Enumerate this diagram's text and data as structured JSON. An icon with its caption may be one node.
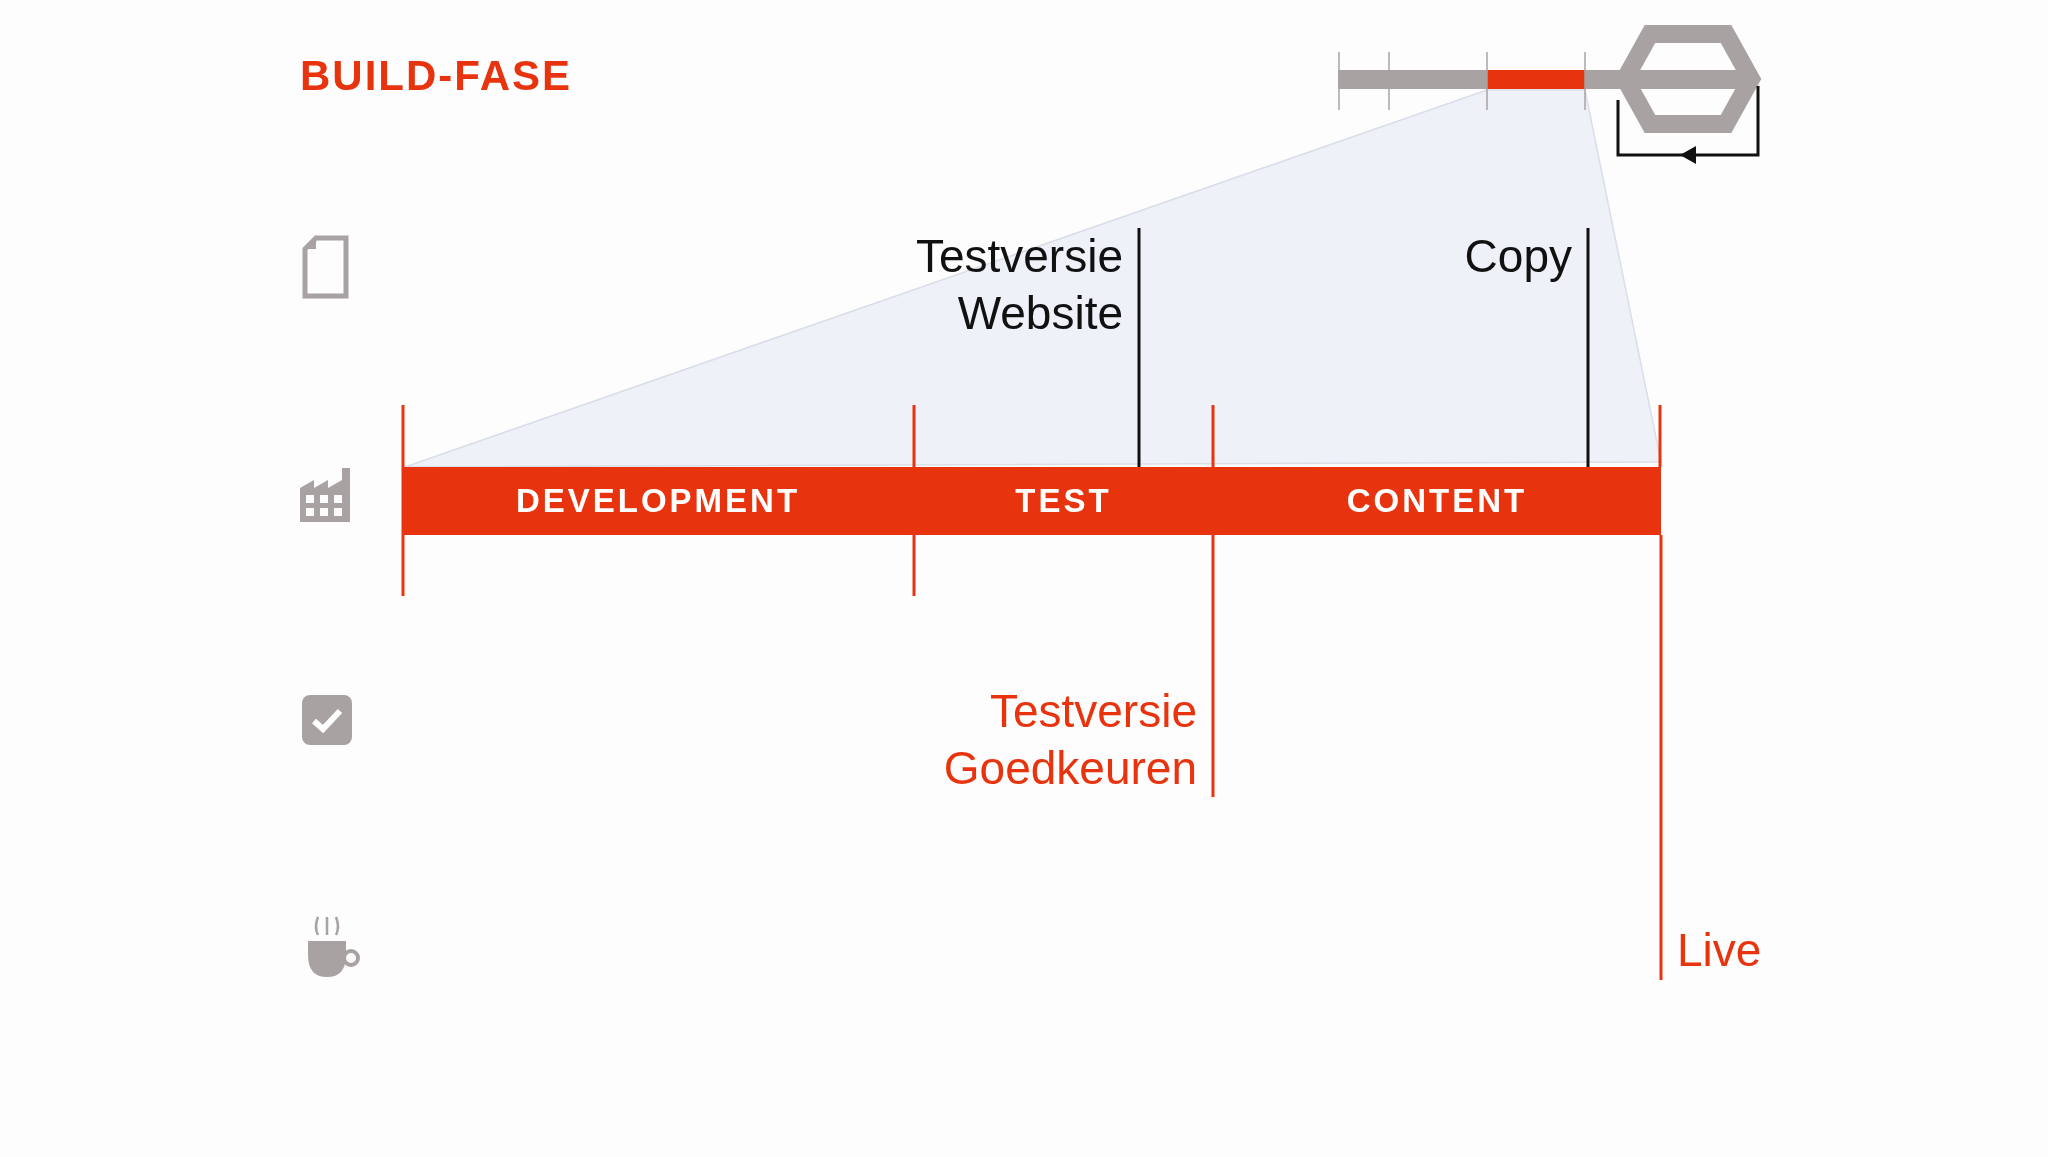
{
  "diagram": {
    "title": "BUILD-FASE",
    "nodes": [
      {
        "text": [
          "DEVELOPMENT"
        ]
      },
      {
        "text": [
          "TEST"
        ]
      },
      {
        "text": [
          "CONTENT"
        ]
      },
      {
        "text": [
          "Testversie Website"
        ]
      },
      {
        "text": [
          "Copy"
        ]
      },
      {
        "text": [
          "Testversie Goedkeuren"
        ]
      },
      {
        "text": [
          "Live"
        ]
      }
    ],
    "edges": [
      {
        "from": 3,
        "to": 1,
        "arrow": "none"
      },
      {
        "from": 4,
        "to": 2,
        "arrow": "none"
      },
      {
        "from": 5,
        "to": 2,
        "arrow": "none",
        "color": "#e8340e"
      },
      {
        "from": 6,
        "to": 2,
        "arrow": "none",
        "color": "#e8340e"
      }
    ]
  }
}
